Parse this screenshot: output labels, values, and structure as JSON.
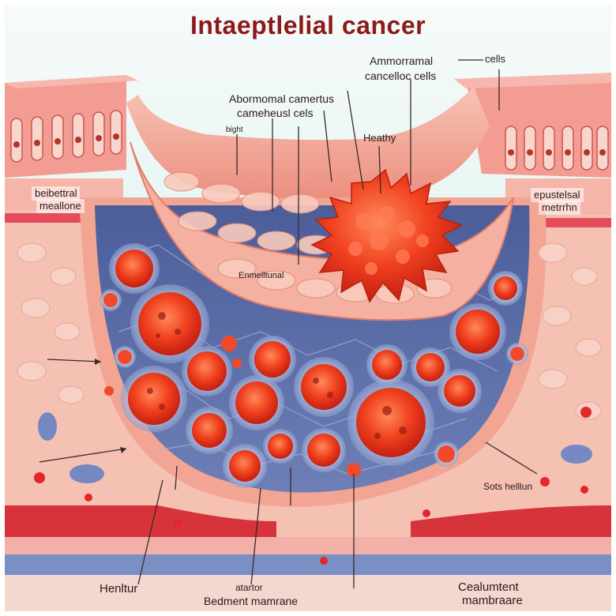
{
  "title": "Intaeptlelial cancer",
  "labels": {
    "top_center_1": "Abormomal camertus",
    "top_center_2": "cameheusl cels",
    "bight": "bight",
    "heathy": "Heathy",
    "top_right_1": "Ammorramal",
    "top_right_2": "cancelloc cells",
    "cells": "cells",
    "left_box_1": "beibettral",
    "left_box_2": "meallone",
    "right_box_1": "epustelsal",
    "right_box_2": "metrrhn",
    "center_small": "Enmelltunal",
    "right_middle": "Sots helllun",
    "bottom_left": "Henltur",
    "bottom_center_1": "atartor",
    "bottom_center_2": "Bedment mamrane",
    "bottom_right_1": "Cealumtent",
    "bottom_right_2": "mambraare"
  },
  "colors": {
    "title": "#8b1a1a",
    "sky": "#d9f1ec",
    "tissue_pink": "#f6b7a8",
    "epithelium": "#f08b7d",
    "lumen_blue": "#5b6fa8",
    "cancer": "#ef3b22",
    "cell_outline": "#c9d4e8"
  }
}
